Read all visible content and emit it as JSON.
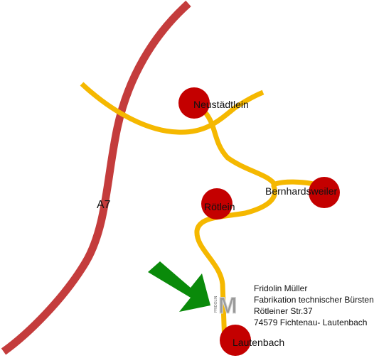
{
  "colors": {
    "highway": "#c43c3c",
    "road": "#f5b800",
    "town": "#c40000",
    "arrow": "#0a8a0a",
    "logo": "#9a9a9a",
    "text": "#111111"
  },
  "highway": {
    "label": "A7"
  },
  "towns": {
    "neustaedtlein": "Neustädtlein",
    "bernhardsweiler": "Bernhardsweiler",
    "roetlein": "Rötlein",
    "lautenbach": "Lautenbach"
  },
  "logo": {
    "letter": "M",
    "side_text": "FRIDOLIN"
  },
  "address": {
    "name": "Fridolin Müller",
    "company": "Fabrikation technischer Bürsten",
    "street": "Rötleiner Str.37",
    "city": "74579 Fichtenau- Lautenbach"
  },
  "icons": {
    "direction_arrow": "arrow-down-right-icon",
    "company_logo": "fridolin-logo-icon"
  }
}
